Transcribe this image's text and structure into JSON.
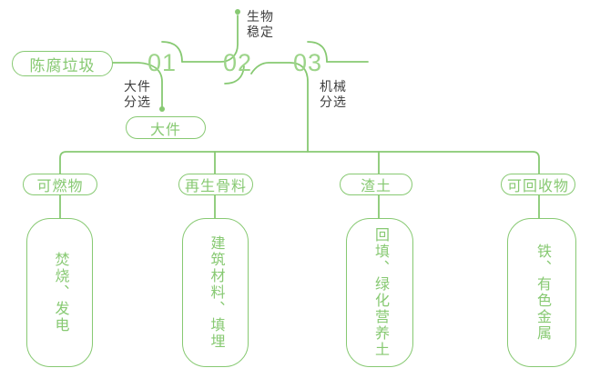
{
  "colors": {
    "line_green": "#87C972",
    "number_green": "#9CD489",
    "label_dark": "#3E3E3E",
    "background": "#FFFFFF"
  },
  "flow": {
    "source_label": "陈腐垃圾",
    "stages": [
      {
        "number": "01",
        "label": "大件\n分选"
      },
      {
        "number": "02",
        "label": "生物\n稳定"
      },
      {
        "number": "03",
        "label": "机械\n分选"
      }
    ],
    "bulky_output_label": "大件"
  },
  "columns": [
    {
      "category": "可燃物",
      "detail": "焚烧、发电"
    },
    {
      "category": "再生骨料",
      "detail": "建筑材料、填埋"
    },
    {
      "category": "渣土",
      "detail": "回填、绿化营养土"
    },
    {
      "category": "可回收物",
      "detail": "铁、有色金属"
    }
  ]
}
